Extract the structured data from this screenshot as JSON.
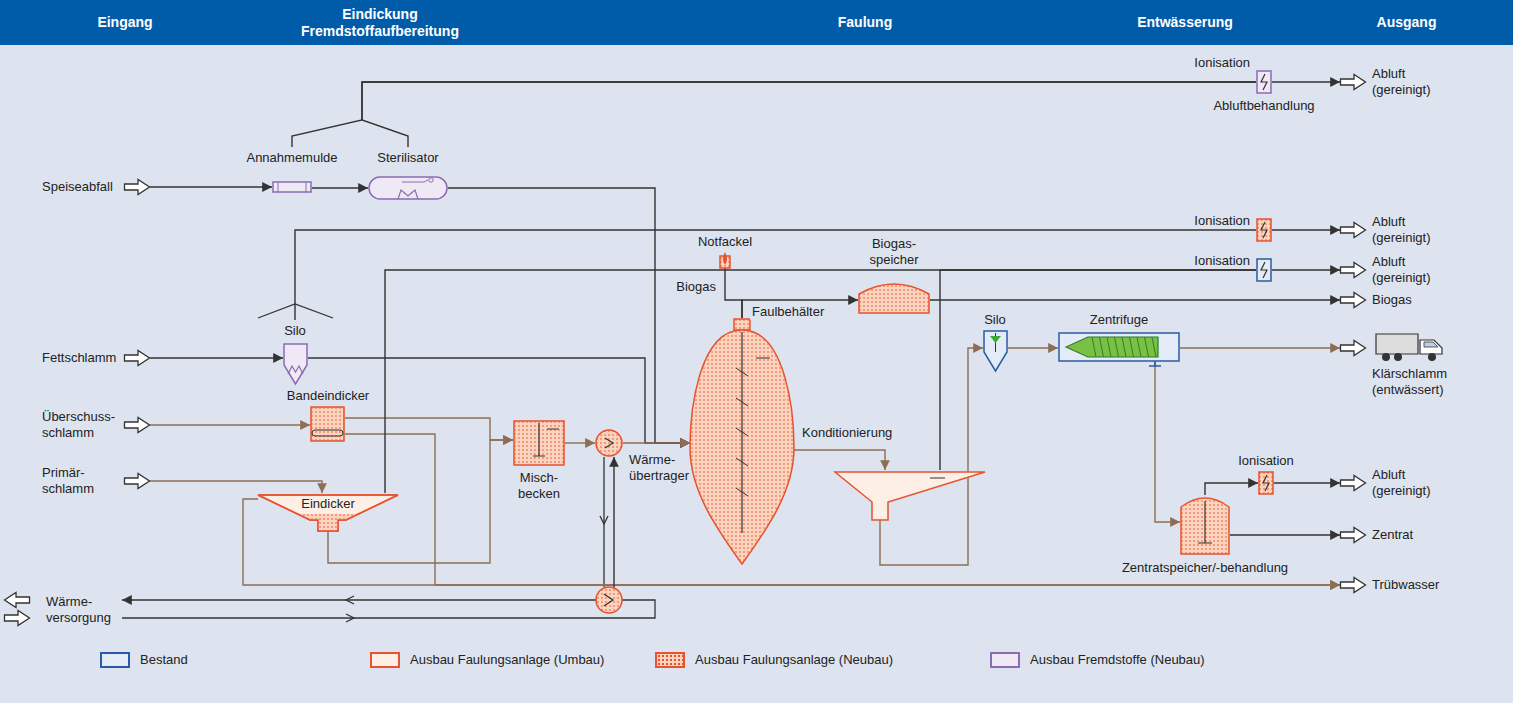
{
  "diagram": {
    "nodes": [
      {
        "text": [
          "Eingang"
        ]
      },
      {
        "text": [
          "Eindickung Fremdstoffaufbereitung"
        ]
      },
      {
        "text": [
          "Faulung"
        ]
      },
      {
        "text": [
          "Entwässerung"
        ]
      },
      {
        "text": [
          "Ausgang"
        ]
      },
      {
        "text": [
          "Speiseabfall"
        ]
      },
      {
        "text": [
          "Fettschlamm"
        ]
      },
      {
        "text": [
          "Überschuss- schlamm"
        ]
      },
      {
        "text": [
          "Primär- schlamm"
        ]
      },
      {
        "text": [
          "Wärme- versorgung"
        ]
      },
      {
        "text": [
          "Annahmemulde"
        ]
      },
      {
        "text": [
          "Sterilisator"
        ]
      },
      {
        "text": [
          "Silo"
        ]
      },
      {
        "text": [
          "Bandeindicker"
        ]
      },
      {
        "text": [
          "Eindicker"
        ]
      },
      {
        "text": [
          "Misch- becken"
        ]
      },
      {
        "text": [
          "Wärme- übertrager"
        ]
      },
      {
        "text": [
          "Notfackel"
        ]
      },
      {
        "text": [
          "Faulbehälter"
        ]
      },
      {
        "text": [
          "Biogas- speicher"
        ]
      },
      {
        "text": [
          "Konditionierung"
        ]
      },
      {
        "text": [
          "Silo"
        ]
      },
      {
        "text": [
          "Zentrifuge"
        ]
      },
      {
        "text": [
          "Zentratspeicher/-behandlung"
        ]
      },
      {
        "text": [
          "Ionisation",
          "Abluftbehandlung"
        ]
      },
      {
        "text": [
          "Ionisation"
        ]
      },
      {
        "text": [
          "Ionisation"
        ]
      },
      {
        "text": [
          "Ionisation"
        ]
      },
      {
        "text": [
          "Abluft (gereinigt)"
        ]
      },
      {
        "text": [
          "Abluft (gereinigt)"
        ]
      },
      {
        "text": [
          "Abluft (gereinigt)"
        ]
      },
      {
        "text": [
          "Biogas"
        ]
      },
      {
        "text": [
          "Klärschlamm (entwässert)"
        ]
      },
      {
        "text": [
          "Abluft (gereinigt)"
        ]
      },
      {
        "text": [
          "Zentrat"
        ]
      },
      {
        "text": [
          "Trübwasser"
        ]
      }
    ],
    "edges": [
      {
        "from": 5,
        "to": 10,
        "arrow": "to"
      },
      {
        "from": 10,
        "to": 11,
        "arrow": "to"
      },
      {
        "from": 11,
        "to": 18,
        "arrow": "to"
      },
      {
        "from": 10,
        "to": 24,
        "arrow": "none"
      },
      {
        "from": 11,
        "to": 24,
        "arrow": "none"
      },
      {
        "from": 24,
        "to": 28,
        "arrow": "to"
      },
      {
        "from": 6,
        "to": 12,
        "arrow": "to"
      },
      {
        "from": 12,
        "to": 18,
        "arrow": "to"
      },
      {
        "from": 12,
        "to": 25,
        "arrow": "none"
      },
      {
        "from": 25,
        "to": 29,
        "arrow": "to"
      },
      {
        "from": 7,
        "to": 13,
        "arrow": "to"
      },
      {
        "from": 13,
        "to": 15,
        "arrow": "to"
      },
      {
        "from": 13,
        "to": 35,
        "arrow": "to"
      },
      {
        "from": 8,
        "to": 14,
        "arrow": "to"
      },
      {
        "from": 14,
        "to": 15,
        "arrow": "to"
      },
      {
        "from": 14,
        "to": 35,
        "arrow": "to"
      },
      {
        "from": 14,
        "to": 26,
        "arrow": "none"
      },
      {
        "from": 20,
        "to": 26,
        "arrow": "none"
      },
      {
        "from": 26,
        "to": 30,
        "arrow": "to"
      },
      {
        "from": 15,
        "to": 16,
        "arrow": "to"
      },
      {
        "from": 16,
        "to": 18,
        "arrow": "to"
      },
      {
        "from": 9,
        "to": 16,
        "arrow": "both"
      },
      {
        "from": 18,
        "to": 17,
        "arrow": "none"
      },
      {
        "from": 18,
        "to": 19,
        "arrow": "to"
      },
      {
        "from": 19,
        "to": 31,
        "arrow": "to"
      },
      {
        "from": 18,
        "to": 20,
        "arrow": "to"
      },
      {
        "from": 20,
        "to": 21,
        "arrow": "to"
      },
      {
        "from": 21,
        "to": 22,
        "arrow": "to"
      },
      {
        "from": 22,
        "to": 32,
        "arrow": "to"
      },
      {
        "from": 22,
        "to": 23,
        "arrow": "to"
      },
      {
        "from": 23,
        "to": 27,
        "arrow": "to"
      },
      {
        "from": 27,
        "to": 33,
        "arrow": "to"
      },
      {
        "from": 23,
        "to": 34,
        "arrow": "to"
      }
    ],
    "labels": [
      "Biogas"
    ],
    "legend": [
      {
        "text": "Bestand",
        "color": "#2b5ba8"
      },
      {
        "text": "Ausbau Faulungsanlage (Umbau)",
        "color": "#e6532e"
      },
      {
        "text": "Ausbau Faulungsanlage (Neubau)",
        "color": "#e6532e"
      },
      {
        "text": "Ausbau Fremdstoffe (Neubau)",
        "color": "#8c6bb1"
      }
    ]
  }
}
